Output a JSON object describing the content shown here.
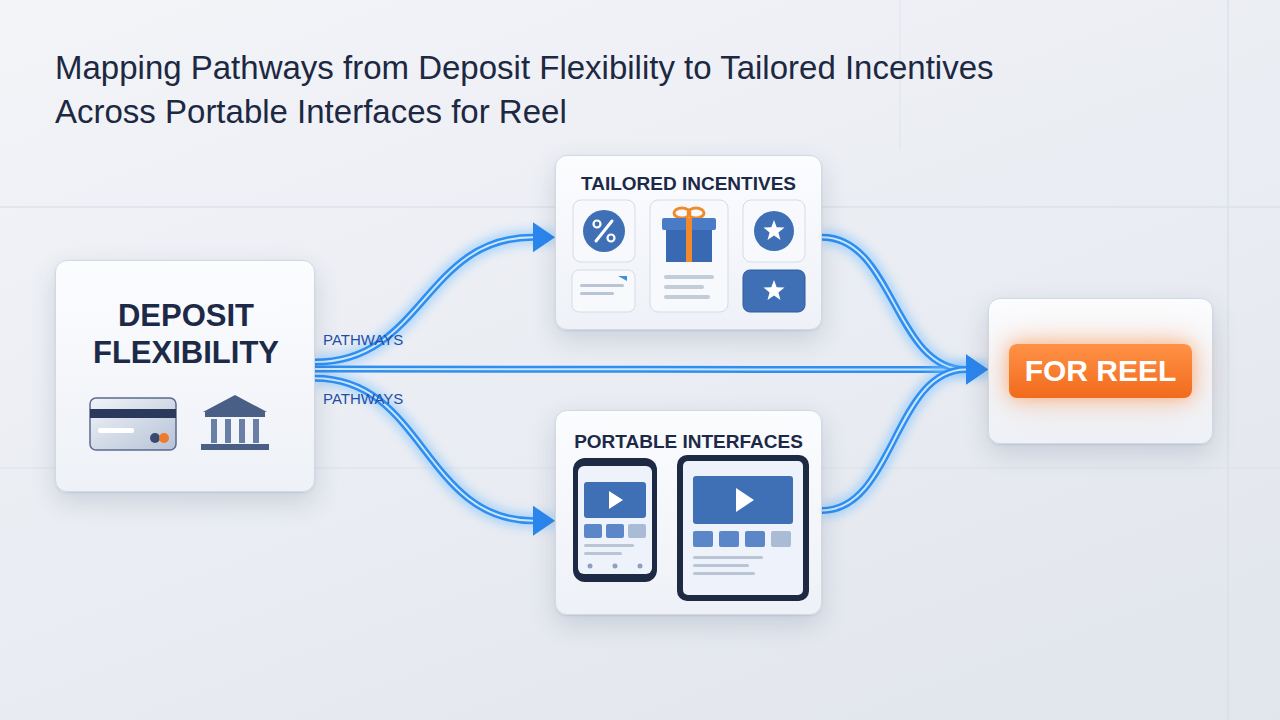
{
  "diagram": {
    "title": "Mapping Pathways from Deposit Flexibility to Tailored Incentives Across Portable Interfaces for Reel",
    "nodes": [
      {
        "text": [
          "DEPOSIT FLEXIBILITY"
        ]
      },
      {
        "text": [
          "TAILORED INCENTIVES"
        ]
      },
      {
        "text": [
          "PORTABLE INTERFACES"
        ]
      },
      {
        "text": [
          "FOR REEL"
        ]
      }
    ],
    "edges": [
      {
        "from": 0,
        "to": 1,
        "label": "PATHWAYS",
        "arrow": "to"
      },
      {
        "from": 0,
        "to": 2,
        "label": "PATHWAYS",
        "arrow": "to"
      },
      {
        "from": 0,
        "to": 3,
        "arrow": "to"
      },
      {
        "from": 1,
        "to": 3,
        "arrow": "to"
      },
      {
        "from": 2,
        "to": 3,
        "arrow": "to"
      }
    ]
  }
}
